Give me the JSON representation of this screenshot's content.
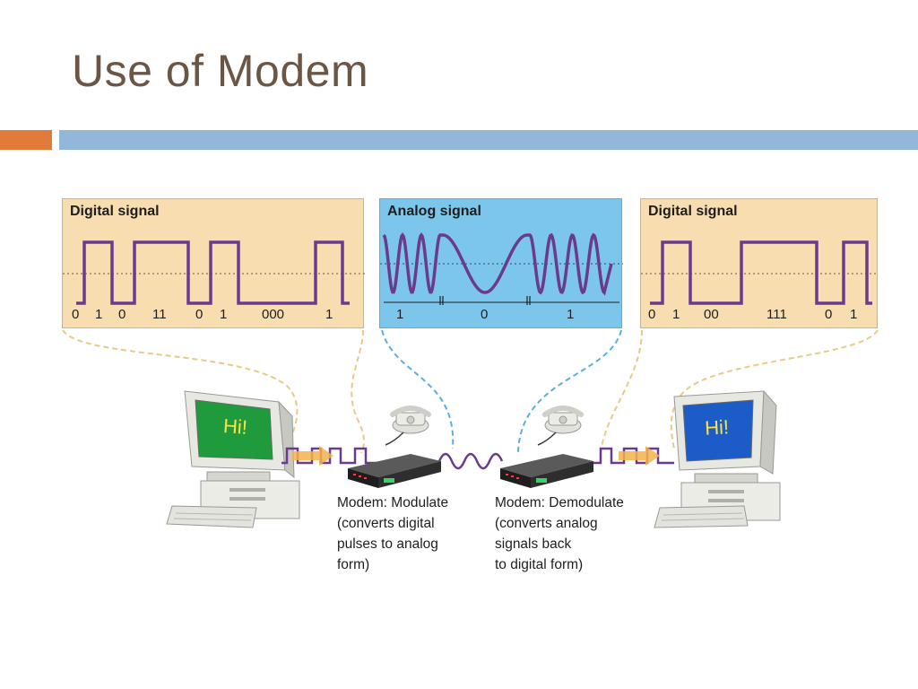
{
  "slide": {
    "title": "Use of Modem"
  },
  "panels": {
    "left": {
      "title": "Digital signal",
      "bits": [
        "0",
        "1",
        "0",
        "11",
        "0",
        "1",
        "000",
        "1"
      ]
    },
    "middle": {
      "title": "Analog signal",
      "bits": [
        "1",
        "0",
        "1"
      ]
    },
    "right": {
      "title": "Digital signal",
      "bits": [
        "0",
        "1",
        "00",
        "111",
        "0",
        "1"
      ]
    }
  },
  "computers": {
    "left": {
      "screen_text": "Hi!",
      "screen_color": "#1f9a3c"
    },
    "right": {
      "screen_text": "Hi!",
      "screen_color": "#1c5cc8"
    }
  },
  "modems": {
    "left": {
      "caption": "Modem: Modulate\n(converts digital\npulses to analog\nform)"
    },
    "right": {
      "caption": "Modem: Demodulate\n(converts analog\nsignals back\nto digital form)"
    }
  },
  "colors": {
    "signal": "#6b3a8c",
    "digital_panel": "#f7ddb0",
    "analog_panel": "#7cc6ec",
    "accent_orange": "#e07b39",
    "accent_blue": "#91b8d8"
  },
  "icons": [
    "computer-icon",
    "modem-icon",
    "telephone-icon",
    "arrow-icon"
  ]
}
